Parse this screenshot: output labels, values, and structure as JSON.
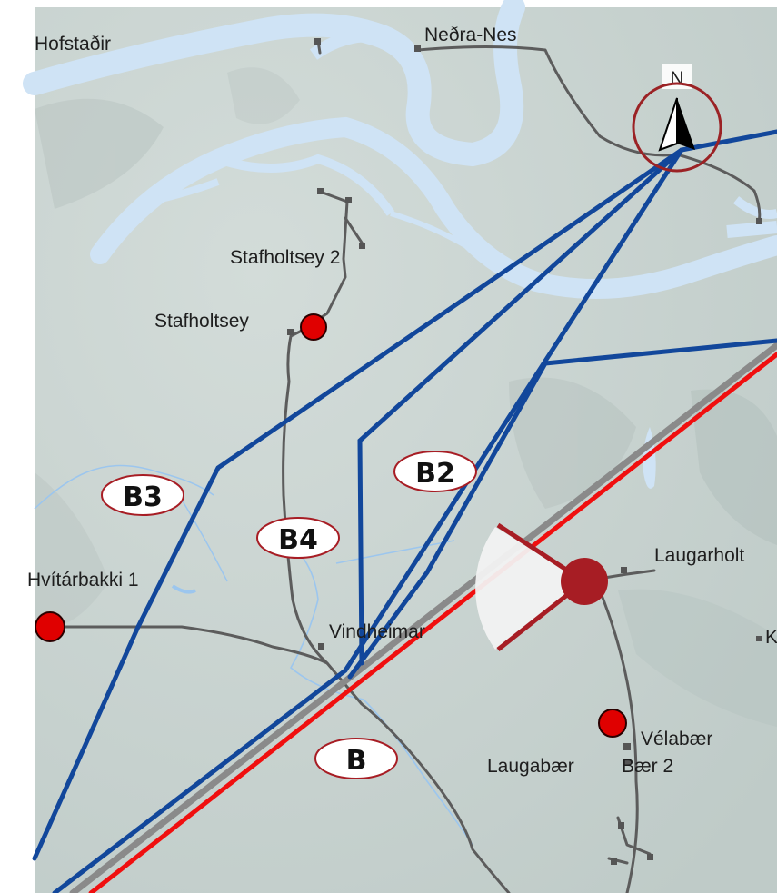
{
  "map": {
    "compass_label": "N",
    "places": {
      "hofstadir": "Hofstaðir",
      "nedra_nes": "Neðra-Nes",
      "stafholtsey2": "Stafholtsey 2",
      "stafholtsey": "Stafholtsey",
      "hvitarbakki": "Hvítárbakki 1",
      "vindheimar": "Vindheimar",
      "laugarholt": "Laugarholt",
      "velabaer": "Vélabær",
      "laugabaer": "Laugabær",
      "baer2": "Bær 2",
      "partial_k": "K"
    },
    "route_labels": {
      "b": "B",
      "b2": "B2",
      "b3": "B3",
      "b4": "B4"
    },
    "colors": {
      "terrain": "#c9d4d1",
      "water": "#cfe3f5",
      "road": "#5c5c5c",
      "route_blue": "#12479b",
      "route_red": "#f00f0f",
      "route_gray": "#8a8a8a",
      "farm_marker": "#e00000",
      "viewpoint": "#a71d24"
    }
  }
}
